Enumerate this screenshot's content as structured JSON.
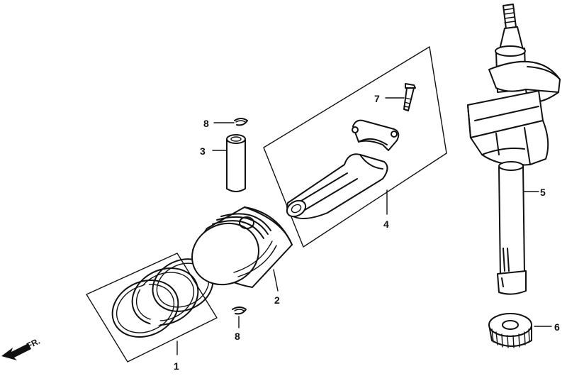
{
  "callouts": {
    "piston_ring_set": "1",
    "piston": "2",
    "piston_pin": "3",
    "connecting_rod_assembly": "4",
    "crankshaft": "5",
    "timing_gear": "6",
    "rod_bolt": "7",
    "pin_clip_top": "8",
    "pin_clip_bottom": "8"
  },
  "front_indicator": "FR."
}
